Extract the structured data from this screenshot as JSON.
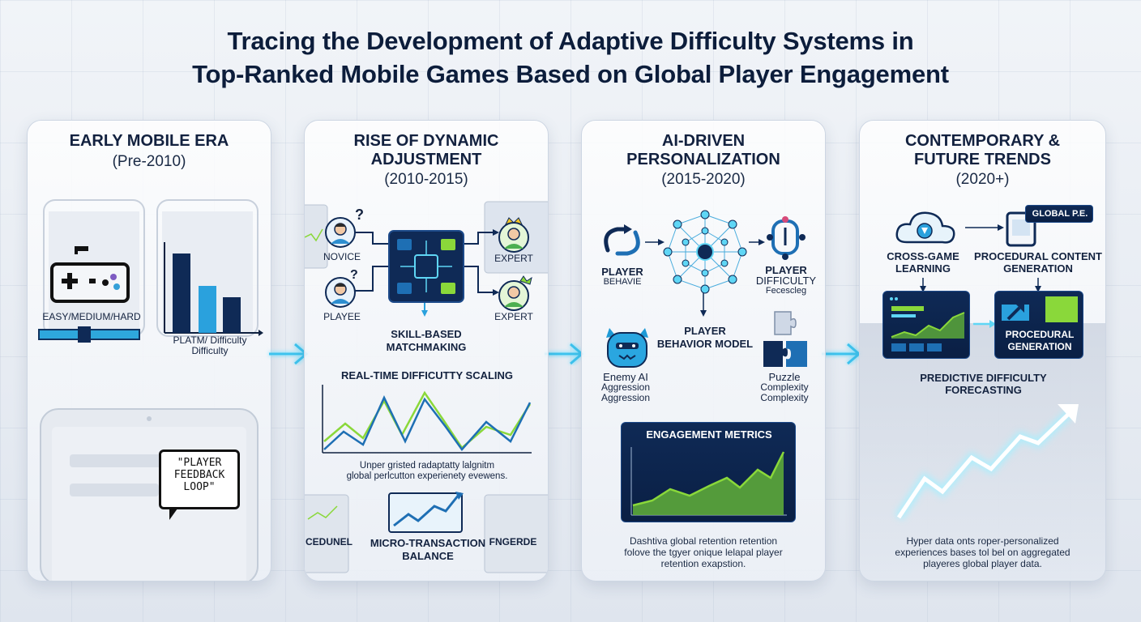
{
  "title_line1": "Tracing the Development of Adaptive Difficulty Systems in",
  "title_line2": "Top-Ranked Mobile Games Based on Global Player Engagement",
  "panels": [
    {
      "heading": "EARLY MOBILE ERA",
      "dates": "(Pre-2010)",
      "labels": {
        "easy": "EASY/MEDIUM/HARD",
        "chart_line1": "PLATM/ Difficulty",
        "chart_line2": "Difficulty",
        "bubble_line1": "\"PLAYER",
        "bubble_line2": "FEEDBACK",
        "bubble_line3": "LOOP\""
      }
    },
    {
      "heading_line1": "RISE OF DYNAMIC",
      "heading_line2": "ADJUSTMENT",
      "dates": "(2010-2015)",
      "labels": {
        "novice": "NOVICE",
        "playee": "PLAYEE",
        "expert1": "EXPERT",
        "expert2": "EXPERT",
        "matchmaking_line1": "SKILL-BASED",
        "matchmaking_line2": "MATCHMAKING",
        "scaling": "REAL-TIME DIFFICUTTY SCALING",
        "caption_line1": "Unper gristed radaptatty lalgnitm",
        "caption_line2": "global perlcutton experienety evewens.",
        "bottom_left": "CEDUNEL",
        "bottom_right": "FNGERDE",
        "micro_line1": "MICRO-TRANSACTION",
        "micro_line2": "BALANCE"
      }
    },
    {
      "heading_line1": "AI-DRIVEN",
      "heading_line2": "PERSONALIZATION",
      "dates": "(2015-2020)",
      "labels": {
        "player_behavie_line1": "PLAYER",
        "player_behavie_line2": "BEHAVIE",
        "player_difficulty_line1": "PLAYER",
        "player_difficulty_line2": "DIFFICULTY",
        "player_difficulty_line3": "Fecescleg",
        "model_line1": "PLAYER",
        "model_line2": "BEHAVIOR MODEL",
        "enemy_line1": "Enemy AI",
        "enemy_line2": "Aggression",
        "enemy_line3": "Aggression",
        "puzzle_line1": "Puzzle",
        "puzzle_line2": "Complexity",
        "puzzle_line3": "Complexity",
        "engagement": "ENGAGEMENT METRICS",
        "footer_line1": "Dashtiva global retention retention",
        "footer_line2": "folove the tgyer onique lelapal player",
        "footer_line3": "retention exapstion."
      }
    },
    {
      "heading_line1": "CONTEMPORARY &",
      "heading_line2": "FUTURE TRENDS",
      "dates": "(2020+)",
      "labels": {
        "global_pe": "GLOBAL P.E.",
        "crossgame_line1": "CROSS-GAME",
        "crossgame_line2": "LEARNING",
        "procedural_line1": "PROCEDURAL CONTENT",
        "procedural_line2": "GENERATION",
        "proc_box_line1": "PROCEDURAL",
        "proc_box_line2": "GENERATION",
        "predictive_line1": "PREDICTIVE DIFFICULTY",
        "predictive_line2": "FORECASTING",
        "footer_line1": "Hyper data onts roper-personalized",
        "footer_line2": "experiences bases tol bel on aggregated",
        "footer_line3": "playeres global player data."
      }
    }
  ],
  "colors": {
    "navy": "#0f2a56",
    "accent_blue": "#1e9ad6",
    "accent_cyan": "#5fd6f5",
    "accent_green": "#8ad83a",
    "glow": "#7fe3ff"
  }
}
